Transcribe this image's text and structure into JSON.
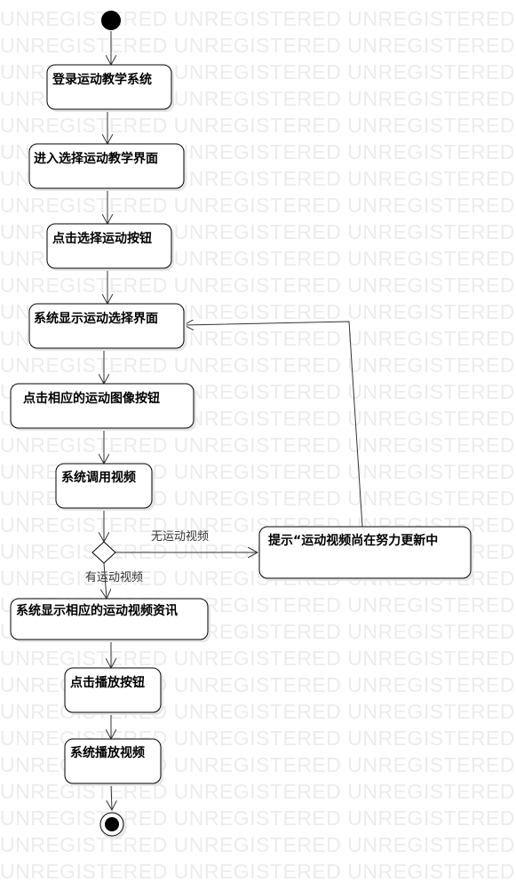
{
  "watermark": {
    "text": "UNREGISTERED UNREGISTERED UNREGISTERED"
  },
  "diagram": {
    "actions": [
      {
        "id": "login",
        "label": "登录运动教学系统"
      },
      {
        "id": "enter-select",
        "label": "进入选择运动教学界面"
      },
      {
        "id": "click-select",
        "label": "点击选择运动按钮"
      },
      {
        "id": "show-select",
        "label": "系统显示运动选择界面"
      },
      {
        "id": "click-image",
        "label": "点击相应的运动图像按钮"
      },
      {
        "id": "call-video",
        "label": "系统调用视频"
      },
      {
        "id": "show-info",
        "label": "系统显示相应的运动视频资讯"
      },
      {
        "id": "click-play",
        "label": "点击播放按钮"
      },
      {
        "id": "play-video",
        "label": "系统播放视频"
      },
      {
        "id": "prompt",
        "label": "提示“运动视频尚在努力更新中"
      }
    ],
    "guards": {
      "no_video": "无运动视频",
      "has_video": "有运动视频"
    }
  }
}
